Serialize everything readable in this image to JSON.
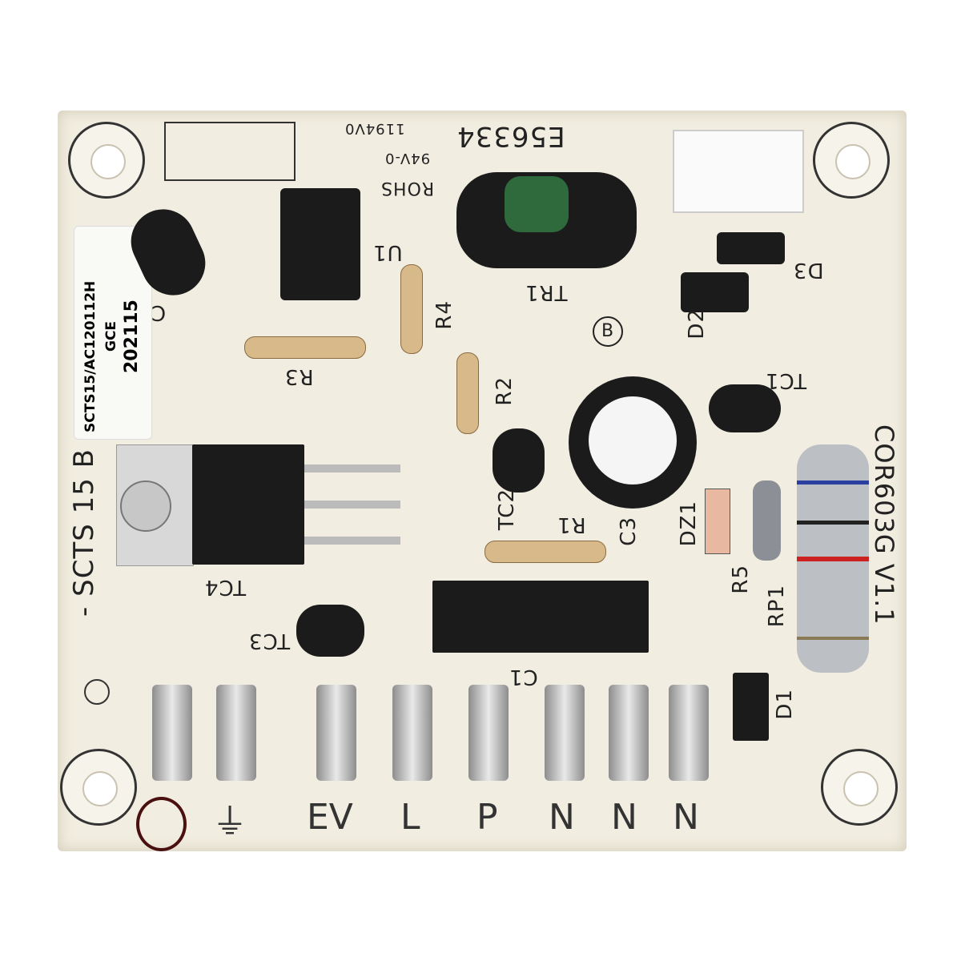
{
  "sticker": {
    "line1": "SCTS15/AC120112H",
    "line2": "GCE",
    "line3": "202115"
  },
  "silkscreen": {
    "cert": "E56334",
    "cert2": "1194V0",
    "flammability": "94V-0",
    "rohs": "ROHS",
    "u1": "U1",
    "tr1": "TR1",
    "d3": "D3",
    "d2": "D2",
    "r4": "R4",
    "r3": "R3",
    "r2": "R2",
    "tc1": "TC1",
    "tc2": "TC2",
    "c3": "C3",
    "r1": "R1",
    "dz1": "DZ1",
    "r5": "R5",
    "rp1": "RP1",
    "board_name": "COR603G V1.1",
    "tc4": "TC4",
    "tc3": "TC3",
    "c1": "C1",
    "d1": "D1",
    "model": "- SCTS 15 B",
    "cap_label": "C",
    "b_mark": "B"
  },
  "terminals": [
    "⏚",
    "EV",
    "L",
    "P",
    "N",
    "N",
    "N"
  ]
}
